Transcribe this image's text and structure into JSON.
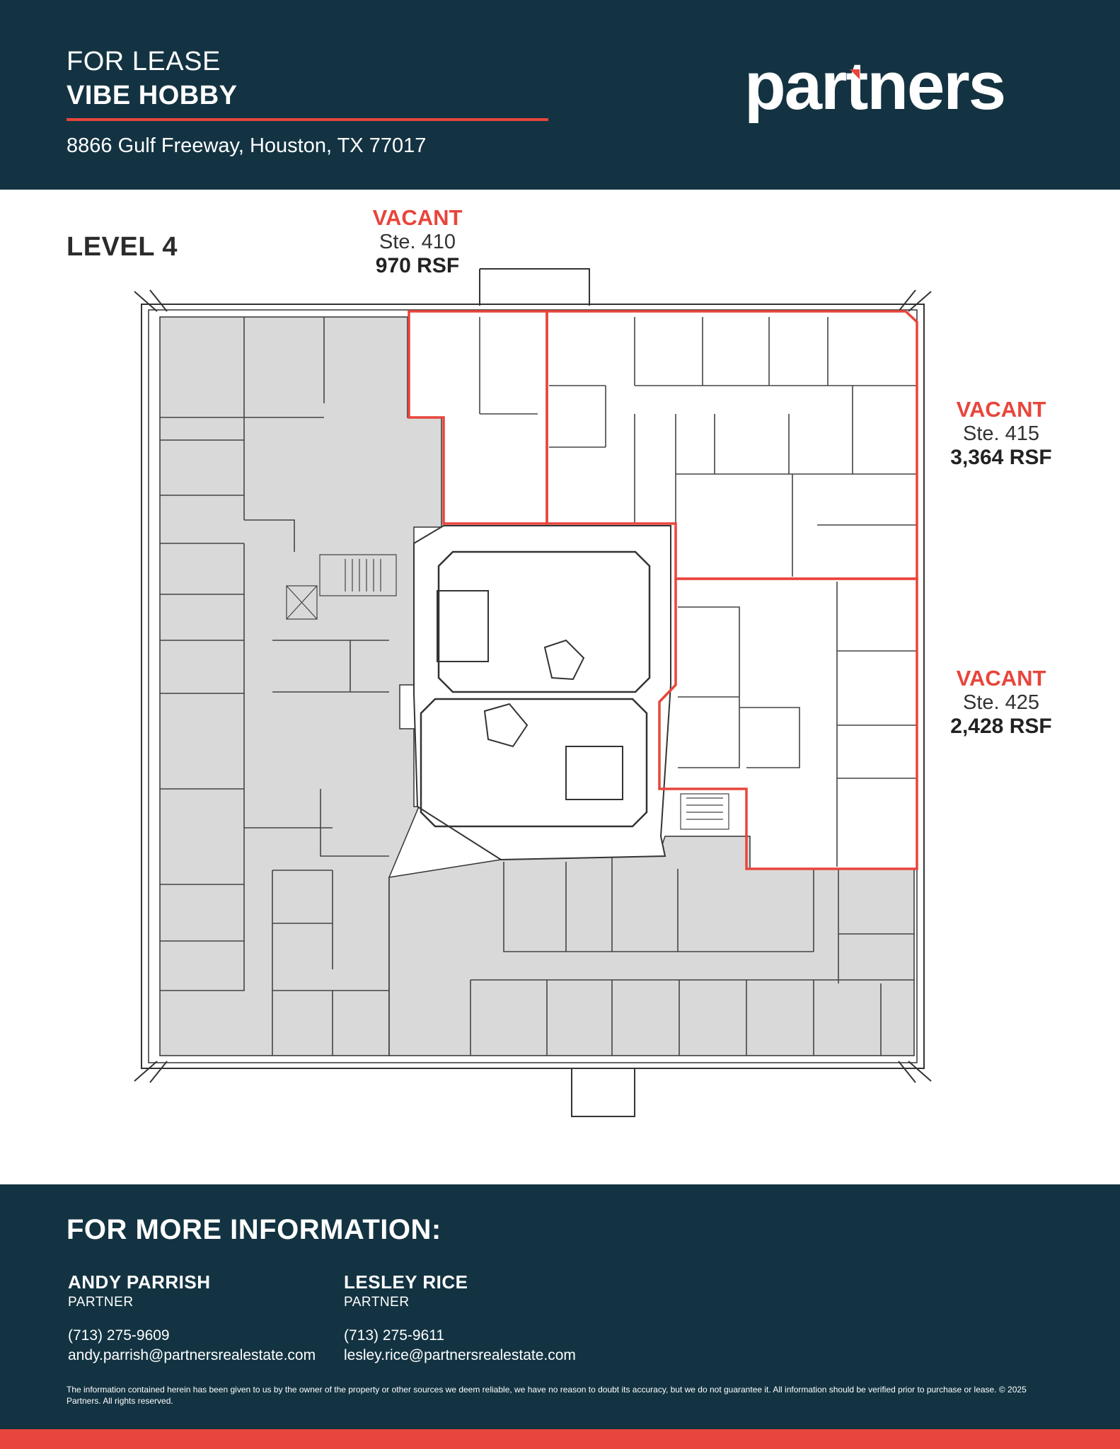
{
  "header": {
    "lease_label": "FOR LEASE",
    "property_name": "VIBE HOBBY",
    "address": "8866 Gulf Freeway, Houston, TX 77017",
    "logo_text": "partners"
  },
  "floor": {
    "level_label": "LEVEL 4"
  },
  "suites": [
    {
      "status": "VACANT",
      "suite": "Ste. 410",
      "size": "970 RSF"
    },
    {
      "status": "VACANT",
      "suite": "Ste. 415",
      "size": "3,364 RSF"
    },
    {
      "status": "VACANT",
      "suite": "Ste. 425",
      "size": "2,428 RSF"
    }
  ],
  "colors": {
    "navy": "#133342",
    "accent_red": "#e8453c",
    "occupied_gray": "#d9d9d9"
  },
  "footer": {
    "title": "FOR MORE INFORMATION:",
    "contacts": [
      {
        "name": "ANDY PARRISH",
        "role": "PARTNER",
        "phone": "(713) 275-9609",
        "email": "andy.parrish@partnersrealestate.com"
      },
      {
        "name": "LESLEY RICE",
        "role": "PARTNER",
        "phone": "(713) 275-9611",
        "email": "lesley.rice@partnersrealestate.com"
      }
    ],
    "disclaimer": "The information contained herein has been given to us by the owner of the property or other sources we deem reliable, we have no reason to doubt its accuracy, but we do not guarantee it. All information should be verified prior to purchase or lease. © 2025 Partners. All rights reserved."
  }
}
